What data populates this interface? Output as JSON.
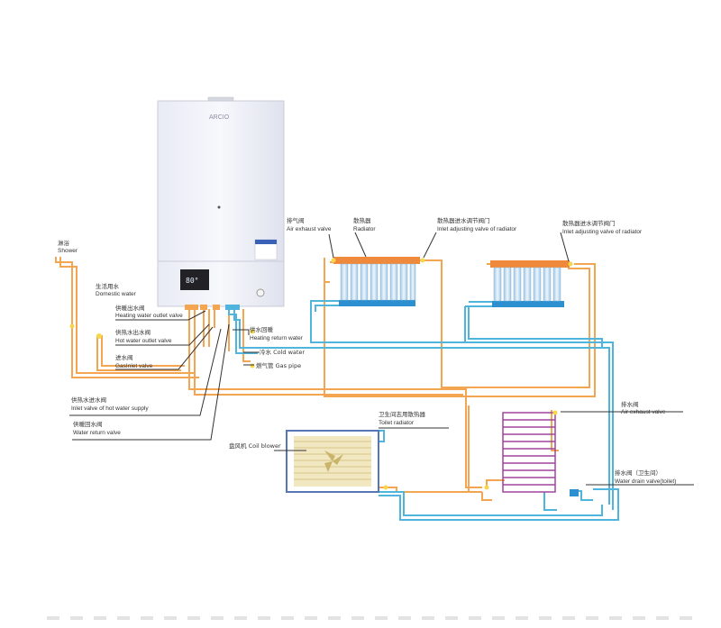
{
  "boiler": {
    "brand": "ARCIO",
    "display_value": "80°"
  },
  "labels": {
    "shower_cn": "淋浴",
    "shower_en": "Shower",
    "domestic_cn": "生活用水",
    "domestic_en": "Domestic water",
    "heating_outlet_cn": "供暖出水阀",
    "heating_outlet_en": "Heating water outlet valve",
    "hot_outlet_cn": "供热水出水阀",
    "hot_outlet_en": "Hot water outlet valve",
    "gas_inlet_cn": "进水阀",
    "gas_inlet_en": "GasInlet valve",
    "inlet_hot_cn": "供热水进水阀",
    "inlet_hot_en": "Inlet valve of hot water supply",
    "return_valve_cn": "供暖回水阀",
    "return_valve_en": "Water return valve",
    "heating_return_cn": "供水回暖",
    "heating_return_en": "Heating return water",
    "cold_water": "冷水 Cold  water",
    "gas_pipe": "燃气管 Gas pipe",
    "air_exhaust1_cn": "排气阀",
    "air_exhaust1_en": "Air exhaust valve",
    "radiator_cn": "散热器",
    "radiator_en": "Radiator",
    "inlet_adj1_cn": "散热器进水调节阀门",
    "inlet_adj1_en": "Inlet adjusting valve of radiator",
    "inlet_adj2_cn": "散热器进水调节阀门",
    "inlet_adj2_en": "Inlet adjusting valve of radiator",
    "air_exhaust2_cn": "排水阀",
    "air_exhaust2_en": "Air exhaust valve",
    "toilet_radiator_cn": "卫生间志用散热器",
    "toilet_radiator_en": "Toilet radiator",
    "coil_blower": "盘风机 Coil blower",
    "drain_cn": "排水阀（卫生间）",
    "drain_en": "Water drain valve(toilet)"
  },
  "colors": {
    "hot_pipe": "#f3a552",
    "cold_pipe": "#4fb5dc",
    "radiator_top": "#ef8a3c",
    "radiator_bottom": "#2c8fd0",
    "toilet_radiator": "#a0459a",
    "coil_frame": "#5577b8"
  }
}
